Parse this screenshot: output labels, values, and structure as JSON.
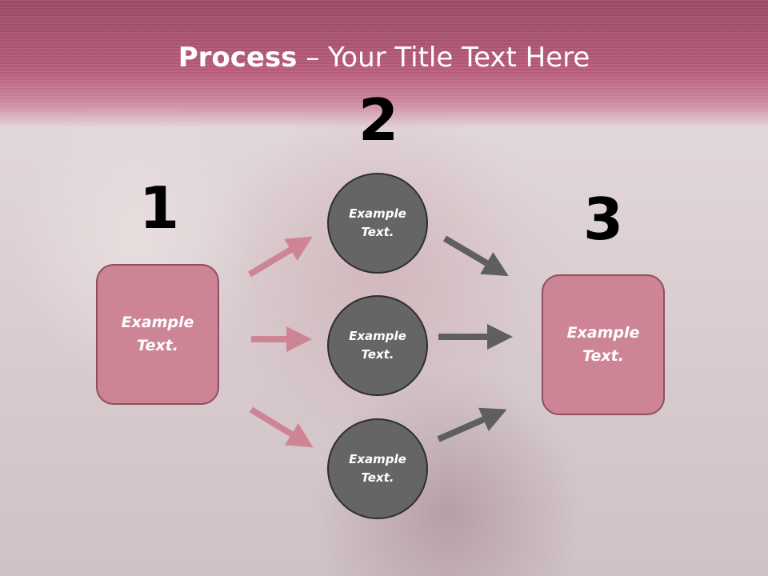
{
  "title": {
    "bold": "Process",
    "rest": " – Your Title Text Here"
  },
  "steps": {
    "n1": "1",
    "n2": "2",
    "n3": "3"
  },
  "left_box": {
    "text": "Example Text."
  },
  "right_box": {
    "text": "Example Text."
  },
  "circles": [
    {
      "text": "Example Text."
    },
    {
      "text": "Example Text."
    },
    {
      "text": "Example Text."
    }
  ],
  "colors": {
    "title_band": "#b95c7a",
    "box_fill": "#cd8596",
    "pink_arrow": "#cd8596",
    "circle_fill": "#656565",
    "gray_arrow": "#5f5f5f"
  }
}
